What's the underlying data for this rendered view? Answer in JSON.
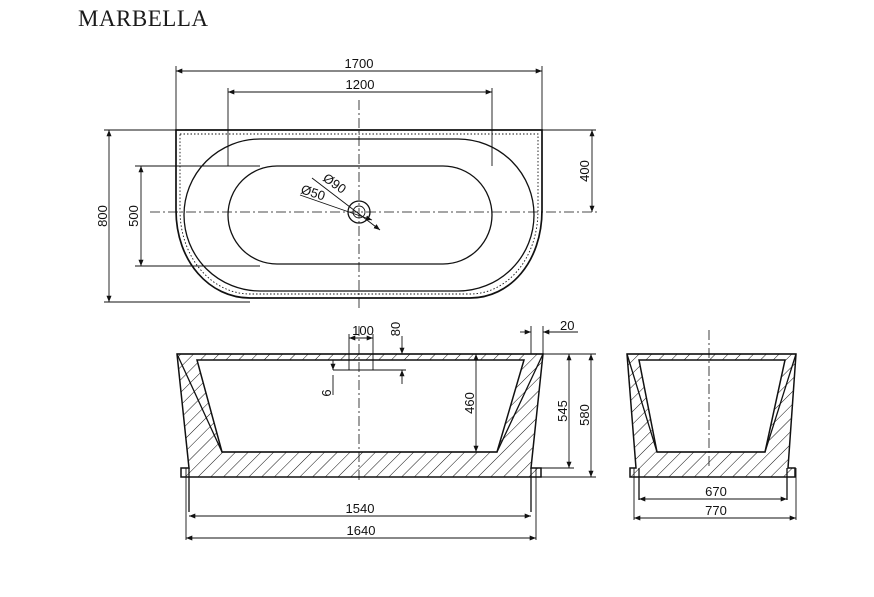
{
  "title": "MARBELLA",
  "top_view": {
    "dims": {
      "length": "1700",
      "inner_length": "1200",
      "width": "800",
      "inner_width": "500",
      "half_width": "400",
      "outer_hole": "Ø90",
      "drain_hole": "Ø50"
    }
  },
  "side_view": {
    "dims": {
      "drain_width": "100",
      "drain_height": "80",
      "drain_offset": "6",
      "rim": "20",
      "inner_depth": "460",
      "height_inner": "545",
      "height": "580",
      "base_inner": "1540",
      "base_outer": "1640"
    }
  },
  "end_view": {
    "dims": {
      "base_inner": "670",
      "base_outer": "770"
    }
  }
}
